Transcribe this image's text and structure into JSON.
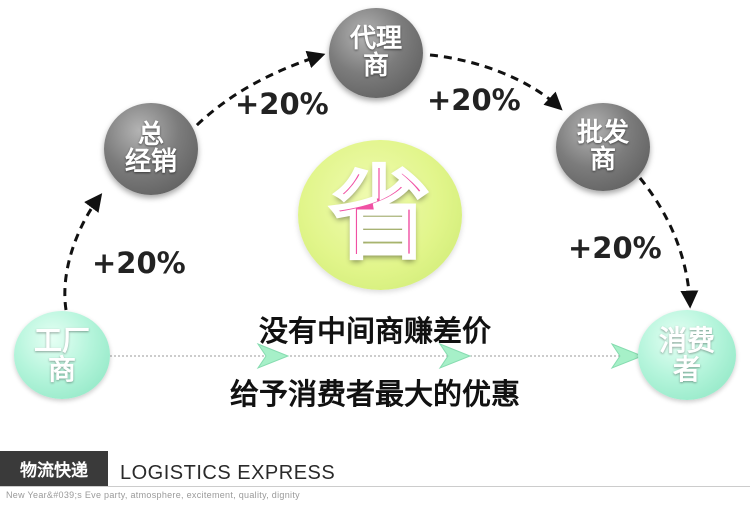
{
  "nodes": {
    "factory": "工厂\n商",
    "distributor": "总\n经销",
    "agent": "代理\n商",
    "wholesaler": "批发\n商",
    "consumer": "消费\n者"
  },
  "markups": [
    "+20%",
    "+20%",
    "+20%",
    "+20%"
  ],
  "center": {
    "char": "省"
  },
  "slogans": [
    "没有中间商赚差价",
    "给予消费者最大的优惠"
  ],
  "brand": {
    "tag": "物流快递",
    "english": "LOGISTICS EXPRESS",
    "subline": "New Year&#039;s Eve party, atmosphere, excitement, quality, dignity"
  },
  "colors": {
    "gray_node": "#6e6e6e",
    "mint_node": "#a9f0d2",
    "center_circle": "#e4f68e",
    "center_char": "#f050a4",
    "direct_arrow": "#a6f0c8"
  }
}
